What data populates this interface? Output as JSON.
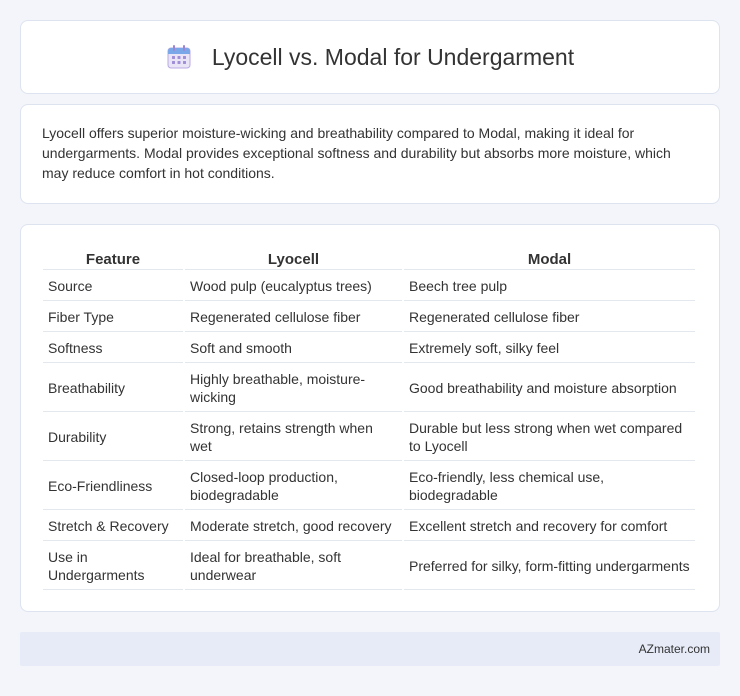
{
  "header": {
    "title": "Lyocell vs. Modal for Undergarment",
    "icon": "calendar-icon"
  },
  "summary": {
    "text": "Lyocell offers superior moisture-wicking and breathability compared to Modal, making it ideal for undergarments. Modal provides exceptional softness and durability but absorbs more moisture, which may reduce comfort in hot conditions."
  },
  "table": {
    "headers": [
      "Feature",
      "Lyocell",
      "Modal"
    ],
    "rows": [
      [
        "Source",
        "Wood pulp (eucalyptus trees)",
        "Beech tree pulp"
      ],
      [
        "Fiber Type",
        "Regenerated cellulose fiber",
        "Regenerated cellulose fiber"
      ],
      [
        "Softness",
        "Soft and smooth",
        "Extremely soft, silky feel"
      ],
      [
        "Breathability",
        "Highly breathable, moisture-wicking",
        "Good breathability and moisture absorption"
      ],
      [
        "Durability",
        "Strong, retains strength when wet",
        "Durable but less strong when wet compared to Lyocell"
      ],
      [
        "Eco-Friendliness",
        "Closed-loop production, biodegradable",
        "Eco-friendly, less chemical use, biodegradable"
      ],
      [
        "Stretch & Recovery",
        "Moderate stretch, good recovery",
        "Excellent stretch and recovery for comfort"
      ],
      [
        "Use in Undergarments",
        "Ideal for breathable, soft underwear",
        "Preferred for silky, form-fitting undergarments"
      ]
    ]
  },
  "footer": {
    "text": "AZmater.com"
  }
}
